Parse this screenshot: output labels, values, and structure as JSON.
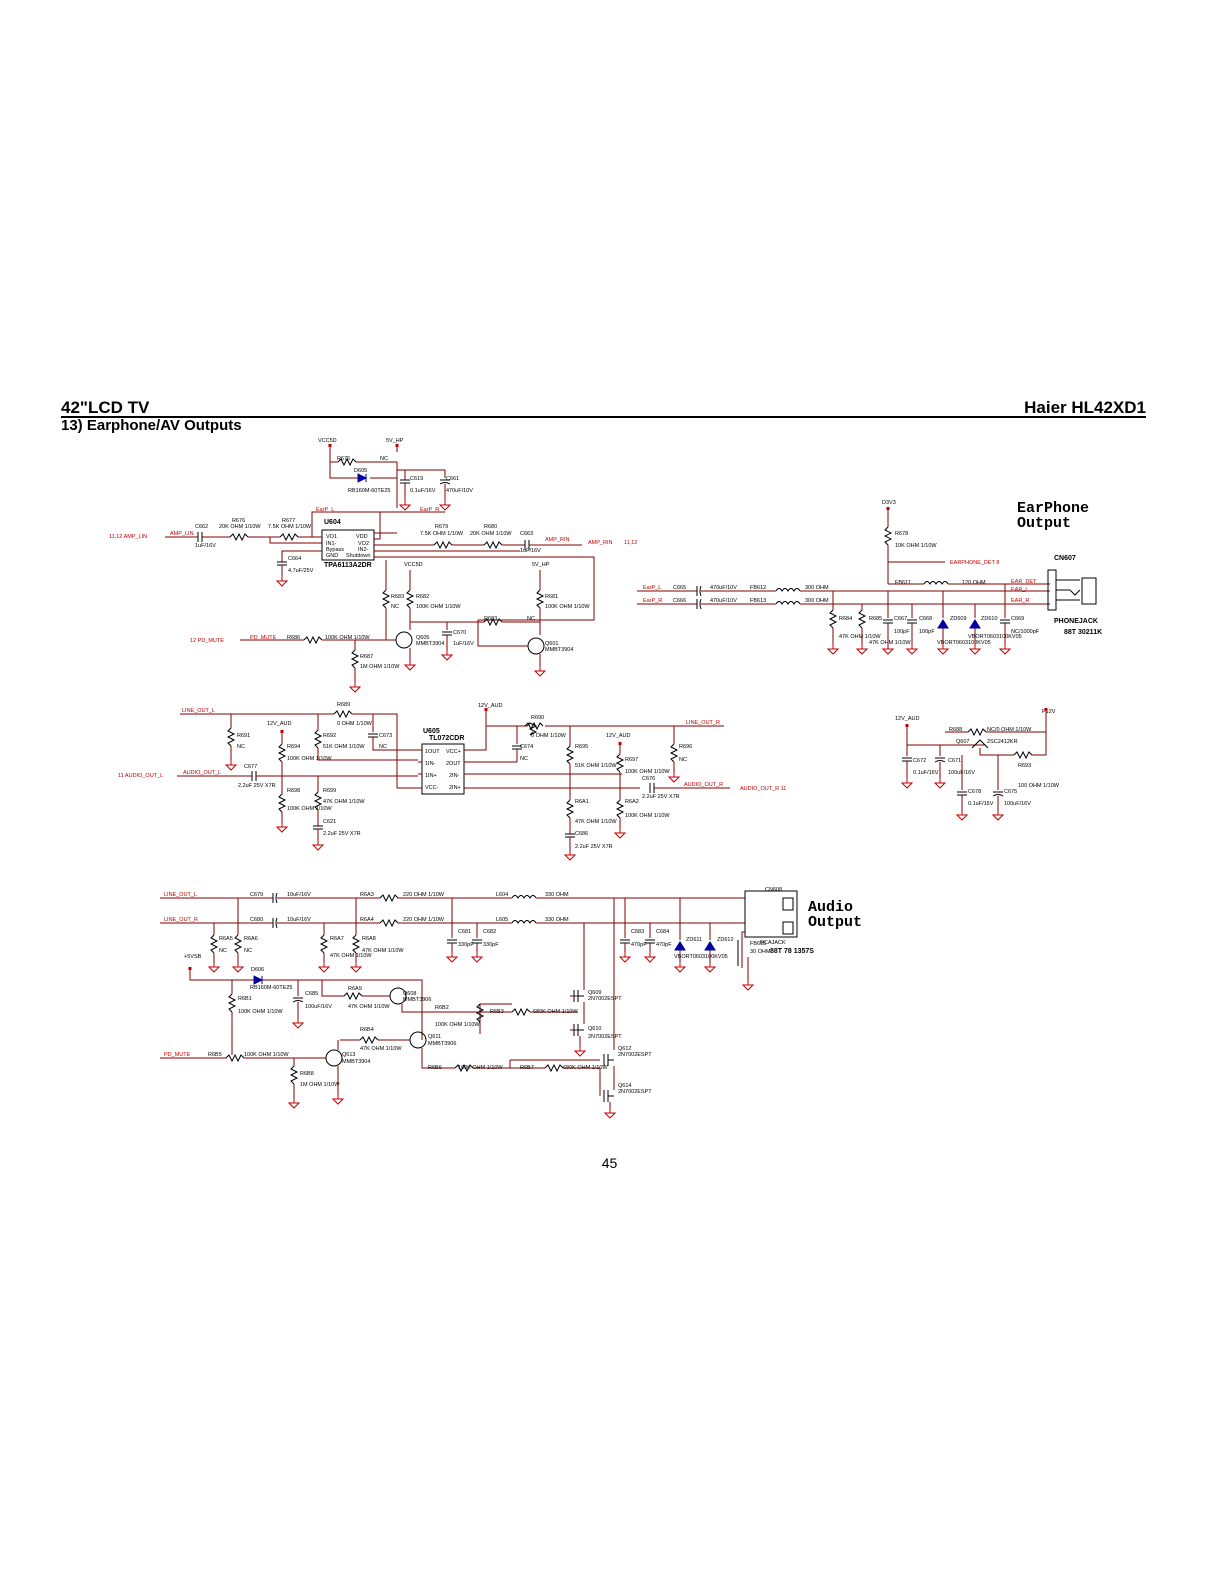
{
  "header": {
    "left_title": "42\"LCD TV",
    "right_title": "Haier HL42XD1"
  },
  "section_title": "13) Earphone/AV Outputs",
  "page_number": "45",
  "blocks": {
    "earphone_title_1": "EarPhone",
    "earphone_title_2": "Output",
    "audio_title_1": "Audio",
    "audio_title_2": "Output"
  },
  "earphone": {
    "vcc5d": "VCC5D",
    "v5_hp": "5V_HP",
    "r675": "R675",
    "nc": "NC",
    "d605": "D605",
    "d605_val": "RB160M-60TE25",
    "c619": "C619",
    "c619_val": "0.1uF/16V",
    "c661": "C661",
    "c661_val": "470uF/10V",
    "amp_lin_in": "11,12  AMP_LIN",
    "amp_lin": "AMP_LIN",
    "c662": "C662",
    "c662_val": "1uF/16V",
    "r676": "R676",
    "r676_val": "20K OHM 1/10W",
    "r677": "R677",
    "r677_val": "7.5K OHM 1/10W",
    "earp_l": "EarP_L",
    "earp_r": "EarP_R",
    "u604": "U604",
    "u604_part": "TPA6113A2DR",
    "pins_left": [
      "VO1",
      "IN1-",
      "Bypass",
      "GND"
    ],
    "pins_right": [
      "VDD",
      "VO2",
      "IN2-",
      "Shutdown"
    ],
    "c664": "C664",
    "c664_val": "4.7uF/25V",
    "r679": "R679",
    "r679_val": "7.5K OHM 1/10W",
    "r680": "R680",
    "r680_val": "20K OHM 1/10W",
    "c663": "C663",
    "c663_val": "1uF/16V",
    "amp_rin": "AMP_RIN",
    "amp_rin_out": "11,12",
    "vcc5d_2": "VCC5D",
    "v5_hp_2": "5V_HP",
    "r683": "R683",
    "r682": "R682",
    "r682_val": "100K OHM 1/10W",
    "r681": "R681",
    "r681_val": "100K OHM 1/10W",
    "r683b": "R683",
    "q605": "Q605",
    "q605_val": "MMBT3904",
    "c670": "C670",
    "c670_val": "1uF/16V",
    "q601": "Q601",
    "q601_val": "MMBT3904",
    "pd_mute_in": "12    PD_MUTE",
    "pd_mute": "PD_MUTE",
    "r686": "R686",
    "r686_val": "100K OHM 1/10W",
    "r687": "R687",
    "r687_val": "1M OHM 1/10W",
    "d3v3": "D3V3",
    "r678": "R678",
    "r678_val": "10K OHM 1/10W",
    "earphone_det": "EARPHONE_DET  8",
    "cn607": "CN607",
    "fb611": "FB611",
    "fb611_val": "120 OHM",
    "ear_det": "EAR_DET",
    "c665": "C665",
    "c665_val": "470uF/10V",
    "fb612": "FB612",
    "fb612_val": "300 OHM",
    "c666": "C666",
    "c666_val": "470uF/10V",
    "fb613": "FB613",
    "fb613_val": "300 OHM",
    "ear_l": "EAR_L",
    "ear_r": "EAR_R",
    "r684": "R684",
    "r685": "R685",
    "r684_val": "47K OHM 1/10W",
    "r685_val": "47K OHM 1/10W",
    "c667": "C667",
    "c667_val": "100pF",
    "c668": "C668",
    "c668_val": "100pF",
    "zd609": "ZD609",
    "zd610": "ZD610",
    "zd_val": "VBORT0603100KV05",
    "zd_val2": "VBORT0603100KV05",
    "c669": "C669",
    "c669_val": "NC/1000pF",
    "phonejack": "PHONEJACK",
    "phonejack_code": "88T 30211K"
  },
  "lineout": {
    "line_out_l": "LINE_OUT_L",
    "line_out_r": "LINE_OUT_R",
    "r689": "R689",
    "r689_val": "0 OHM 1/10W",
    "v12_aud": "12V_AUD",
    "r691": "R691",
    "nc": "NC",
    "r692": "R692",
    "r692_val": "51K OHM 1/10W",
    "c673": "C673",
    "u605": "U605",
    "u605_part": "TL072CDR",
    "op_pins_left": [
      "1OUT",
      "1IN-",
      "1IN+",
      "VCC-"
    ],
    "op_pins_right": [
      "VCC+",
      "2OUT",
      "2IN-",
      "2IN+"
    ],
    "r694": "R694",
    "r694_val": "100K OHM 1/10W",
    "audio_out_l_in": "11  AUDIO_OUT_L",
    "audio_out_l": "AUDIO_OUT_L",
    "c677": "C677",
    "c677_val": "2.2uF 25V X7R",
    "r698": "R698",
    "r698_val": "100K OHM 1/10W",
    "r699": "R699",
    "r699_val": "47K OHM 1/10W",
    "c621": "C621",
    "c621_val": "2.2uF 25V X7R",
    "v12_aud_2": "12V_AUD",
    "r690": "R690",
    "r690_val": "0 OHM 1/10W",
    "c674": "C674",
    "r695": "R695",
    "r695_val": "51K OHM 1/10W",
    "v12_aud_3": "12V_AUD",
    "r697": "R697",
    "r697_val": "100K OHM 1/10W",
    "r696": "R696",
    "c676": "C676",
    "c676_val": "2.2uF 25V X7R",
    "audio_out_r": "AUDIO_OUT_R",
    "audio_out_r_in": "AUDIO_OUT_R  11",
    "r6a1": "R6A1",
    "r6a1_val": "47K OHM 1/10W",
    "r6a2": "R6A2",
    "r6a2_val": "100K OHM 1/10W",
    "c686": "C686",
    "c686_val": "2.2uF 25V X7R"
  },
  "power": {
    "v12_aud": "12V_AUD",
    "p12v": "P12V",
    "r688": "R688",
    "r688_val": "NC/0 OHM 1/10W",
    "q607": "Q607",
    "q607_val": "2SC2412KR",
    "c672": "C672",
    "c672_val": "0.1uF/16V",
    "c671": "C671",
    "c671_val": "100uF/16V",
    "r693": "R693",
    "r693_val": "100 OHM 1/10W",
    "c678": "C678",
    "c678_val": "0.1uF/16V",
    "c675": "C675",
    "c675_val": "100uF/16V"
  },
  "audio": {
    "line_out_l": "LINE_OUT_L",
    "line_out_r": "LINE_OUT_R",
    "c679": "C679",
    "c679_val": "10uF/16V",
    "c680": "C680",
    "c680_val": "10uF/16V",
    "r6a3": "R6A3",
    "r6a3_val": "220 OHM 1/10W",
    "r6a4": "R6A4",
    "r6a4_val": "220 OHM 1/10W",
    "l604": "L604",
    "l604_val": "330 OHM",
    "l605": "L605",
    "l605_val": "330 OHM",
    "cn608": "CN608",
    "r6a5": "R6A5",
    "r6a6": "R6A6",
    "nc": "NC",
    "r6a7": "R6A7",
    "r6a8": "R6A8",
    "r6a8_val": "47K OHM 1/10W",
    "r6a7_val": "47K OHM 1/10W",
    "c681": "C681",
    "c681_val": "330pF",
    "c682": "C682",
    "c682_val": "330pF",
    "c683": "C683",
    "c683_val": "470pF",
    "c684": "C684",
    "c684_val": "470pF",
    "zd611": "ZD611",
    "zd612": "ZD612",
    "zd_val": "VBORT0603100KV05",
    "fb615": "FB615",
    "fb615_val": "30 OHM",
    "jack": "RCAJACK",
    "jack_code": "88T  78 1357S",
    "v5sb": "+5VSB",
    "d606": "D606",
    "d606_val": "RB160M-60TE25",
    "r6b1": "R6B1",
    "r6b1_val": "100K OHM 1/10W",
    "c685": "C685",
    "c685_val": "100uF/16V",
    "r6a9": "R6A9",
    "r6a9_val": "47K OHM 1/10W",
    "q608": "Q608",
    "q608_val": "MMBT3906",
    "r6b2": "R6B2",
    "r6b2_val": "100K OHM 1/10W",
    "r6b3": "R6B3",
    "r6b3_val": "680K OHM 1/10W",
    "q609": "Q609",
    "q609_val": "2N7002ESPT",
    "q610": "Q610",
    "q610_val": "2N7002ESPT",
    "r6b4": "R6B4",
    "r6b4_val": "47K OHM 1/10W",
    "q611": "Q611",
    "q611_val": "MMBT3906",
    "pd_mute": "PD_MUTE",
    "r6b5": "R6B5",
    "r6b5_val": "100K OHM 1/10W",
    "q613": "Q613",
    "q613_val": "MMBT3904",
    "r6b8": "R6B8",
    "r6b8_val": "1M OHM 1/10W",
    "r6b6": "R6B6",
    "r6b6_val": "100K OHM 1/10W",
    "r6b7": "R6B7",
    "r6b7_val": "680K OHM 1/10W",
    "q612": "Q612",
    "q612_val": "2N7002ESPT",
    "q614": "Q614",
    "q614_val": "2N7002ESPT"
  }
}
